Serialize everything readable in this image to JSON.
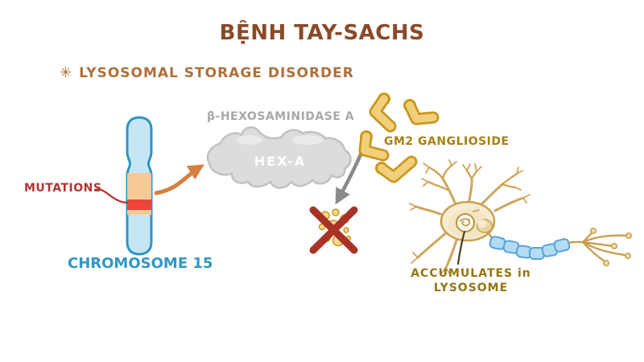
{
  "title": "BỆNH TAY-SACHS",
  "subtitle": {
    "marker": "✳",
    "text": "LYSOSOMAL STORAGE DISORDER"
  },
  "chromosome": {
    "label": "CHROMOSOME 15",
    "mutations_label": "MUTATIONS"
  },
  "enzyme": {
    "caption": "β-HEXOSAMINIDASE A",
    "name": "HEX-A"
  },
  "gm2": {
    "label": "GM2 GANGLIOSIDE"
  },
  "neuron": {
    "caption_line1": "ACCUMULATES in",
    "caption_line2": "LYSOSOME"
  },
  "colors": {
    "title_brown": "#8a4a28",
    "subtitle_brown": "#b06f3a",
    "mutations_red": "#b23430",
    "chromosome_border_blue": "#2f93c4",
    "chromosome_fill_blue": "#c5e7f5",
    "chromosome_label_blue": "#2f97c8",
    "band_orange": "#f9c897",
    "band_red": "#f04438",
    "gene_arrow_orange": "#d67f3f",
    "enzyme_fill_gray": "#dcdcdc",
    "enzyme_border_gray": "#c2c2c2",
    "enzyme_caption_gray": "#a8a8a8",
    "degradation_arrow_gray": "#8a8a8a",
    "cross_red": "#a93226",
    "gm2_fill_yellow": "#f2cf7a",
    "gm2_border_gold": "#c9971f",
    "gm2_label_gold": "#a5820f",
    "neuron_fill_tan": "#f6ecd2",
    "neuron_border_tan": "#c9a050",
    "myelin_fill_blue": "#b3dcf4",
    "myelin_border_blue": "#57a4d8",
    "accumulates_label_gold": "#947612"
  }
}
